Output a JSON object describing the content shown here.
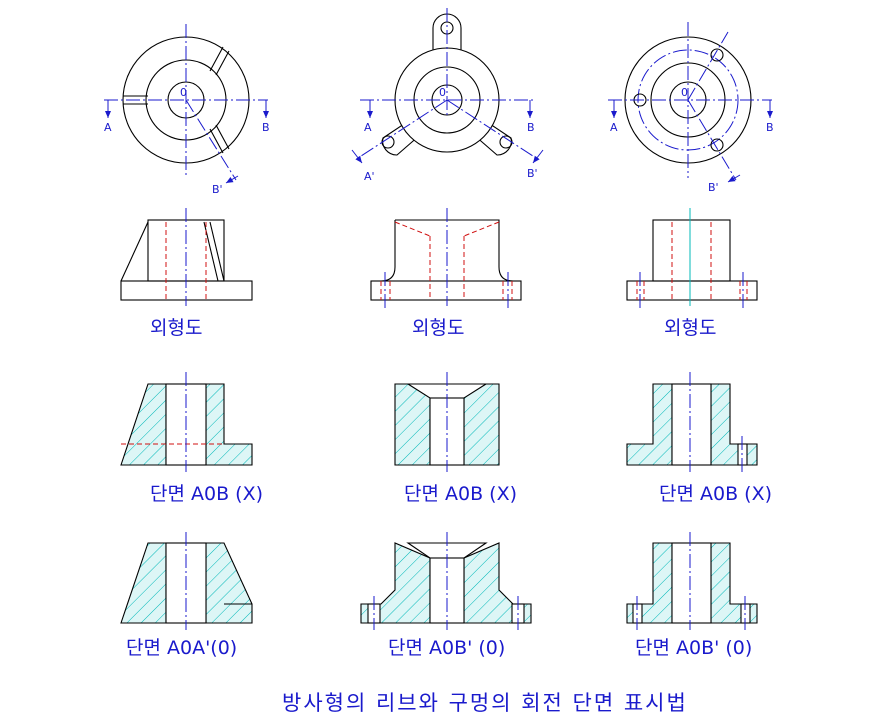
{
  "title": "방사형의 리브와 구멍의 회전 단면 표시법",
  "views": {
    "plan_label_center": "0",
    "label_a": "A",
    "label_b": "B",
    "label_a_prime": "A'",
    "label_b_prime": "B'"
  },
  "row_captions": {
    "exterior": [
      "외형도",
      "외형도",
      "외형도"
    ],
    "section_wrong": [
      "단면 A0B (X)",
      "단면 A0B (X)",
      "단면 A0B (X)"
    ],
    "section_right": [
      "단면 A0A'(0)",
      "단면 A0B' (0)",
      "단면 A0B' (0)"
    ]
  },
  "colors": {
    "centerline": "#1a1acc",
    "hidden_line": "#d01010",
    "hatch": "#00b8b8",
    "outline": "#000000",
    "text": "#1a1acc"
  }
}
